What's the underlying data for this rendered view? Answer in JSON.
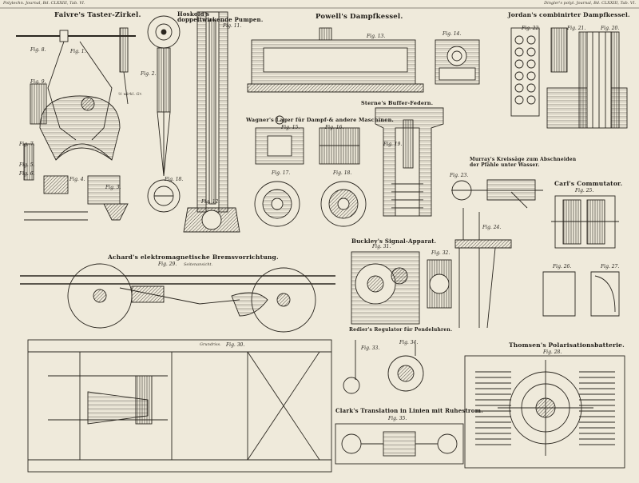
{
  "header": {
    "left": "Polytechn. Journal, Bd. CLXXIII, Tab. VI.",
    "right": "Dingler's polyt. Journal, Bd. CLXXIII, Tab. VI."
  },
  "titles": {
    "faivre": "Faivre's Taster-Zirkel.",
    "hoskold": "Hoskold's doppeltwirkende Pumpen.",
    "powell": "Powell's Dampfkessel.",
    "jordan": "Jordan's combinirter Dampfkessel.",
    "wagner": "Wagner's Lager für Dampf-& andere Maschinen.",
    "sterne": "Sterne's Buffer-Federn.",
    "murray": "Murray's Kreissäge zum Abschneiden der Pfähle unter Wasser.",
    "carl": "Carl's Commutator.",
    "achard": "Achard's elektromagnetische Bremsvorrichtung.",
    "buckley": "Buckley's Signal-Apparat.",
    "redier": "Redier's Regulator für Pendeluhren.",
    "thomson": "Thomsen's Polarisationsbatterie.",
    "clark": "Clark's Translation in Linien mit Ruhestrom."
  },
  "figs": {
    "f1": "Fig. 1.",
    "f2": "Fig. 2.",
    "f3": "Fig. 3.",
    "f4": "Fig. 4.",
    "f5": "Fig. 5.",
    "f6": "Fig. 6.",
    "f7": "Fig. 7.",
    "f8": "Fig. 8.",
    "f9": "Fig. 9.",
    "f11": "Fig. 11.",
    "f12": "Fig. 12.",
    "f13": "Fig. 13.",
    "f14": "Fig. 14.",
    "f15": "Fig. 15.",
    "f16": "Fig. 16.",
    "f17": "Fig. 17.",
    "f18a": "Fig. 18.",
    "f18b": "Fig. 18.",
    "f19": "Fig. 19.",
    "f20": "Fig. 20.",
    "f21": "Fig. 21.",
    "f22": "Fig. 22.",
    "f23": "Fig. 23.",
    "f24": "Fig. 24.",
    "f25": "Fig. 25.",
    "f26": "Fig. 26.",
    "f27": "Fig. 27.",
    "f28": "Fig. 28.",
    "f29": "Fig. 29.",
    "f30": "Fig. 30.",
    "f31": "Fig. 31.",
    "f32": "Fig. 32.",
    "f33": "Fig. 33.",
    "f34": "Fig. 34.",
    "f35": "Fig. 35."
  },
  "notes": {
    "scale": "½ wirkl. Gr.",
    "seitenansicht": "Seitenansicht.",
    "grundriss": "Grundriss."
  }
}
